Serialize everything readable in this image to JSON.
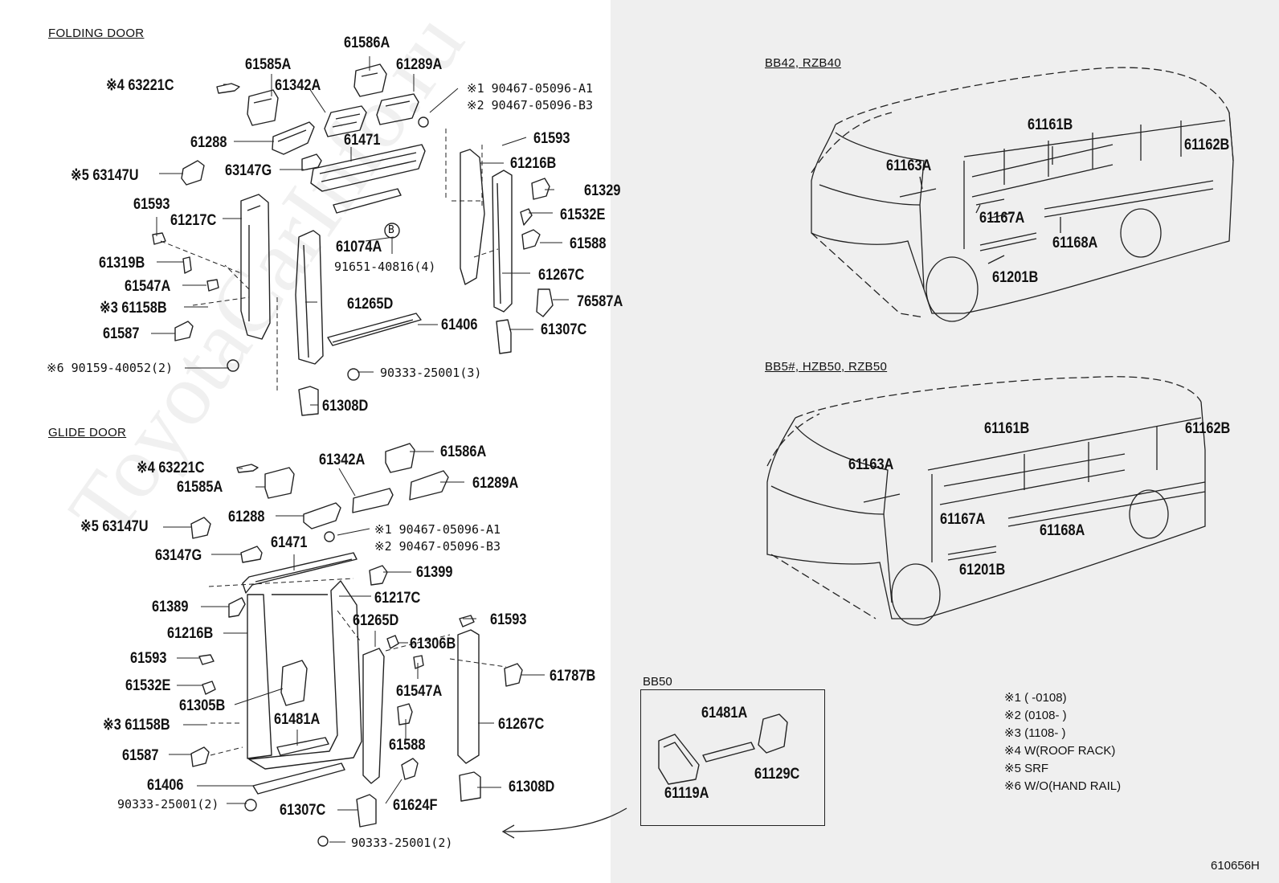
{
  "sections": {
    "folding_door": "FOLDING DOOR",
    "glide_door": "GLIDE DOOR",
    "bb42": "BB42, RZB40",
    "bb5": "BB5#, HZB50, RZB50",
    "bb50": "BB50"
  },
  "folding_labels": [
    {
      "id": "f1",
      "t": "61586A"
    },
    {
      "id": "f2",
      "t": "61585A"
    },
    {
      "id": "f3",
      "t": "61289A"
    },
    {
      "id": "f4",
      "t": "※4 63221C"
    },
    {
      "id": "f5",
      "t": "61342A"
    },
    {
      "id": "f6",
      "t": "61288"
    },
    {
      "id": "f7",
      "t": "61471"
    },
    {
      "id": "f8",
      "t": "63147G"
    },
    {
      "id": "f9",
      "t": "※5 63147U"
    },
    {
      "id": "f10",
      "t": "61593"
    },
    {
      "id": "f11",
      "t": "61217C"
    },
    {
      "id": "f12",
      "t": "61319B"
    },
    {
      "id": "f13",
      "t": "61547A"
    },
    {
      "id": "f14",
      "t": "※3 61158B"
    },
    {
      "id": "f15",
      "t": "61587"
    },
    {
      "id": "f16",
      "t": "61074A"
    },
    {
      "id": "f17",
      "t": "61265D"
    },
    {
      "id": "f18",
      "t": "61406"
    },
    {
      "id": "f19",
      "t": "61308D"
    },
    {
      "id": "f20",
      "t": "61593"
    },
    {
      "id": "f21",
      "t": "61216B"
    },
    {
      "id": "f22",
      "t": "61329"
    },
    {
      "id": "f23",
      "t": "61532E"
    },
    {
      "id": "f24",
      "t": "61588"
    },
    {
      "id": "f25",
      "t": "61267C"
    },
    {
      "id": "f26",
      "t": "76587A"
    },
    {
      "id": "f27",
      "t": "61307C"
    }
  ],
  "folding_small": [
    {
      "id": "fs1",
      "t": "※1 90467-05096-A1"
    },
    {
      "id": "fs2",
      "t": "※2 90467-05096-B3"
    },
    {
      "id": "fs3",
      "t": "91651-40816(4)"
    },
    {
      "id": "fs4",
      "t": "※6 90159-40052(2)"
    },
    {
      "id": "fs5",
      "t": "90333-25001(3)"
    },
    {
      "id": "fs6",
      "t": "B"
    }
  ],
  "glide_labels": [
    {
      "id": "g1",
      "t": "※4 63221C"
    },
    {
      "id": "g2",
      "t": "61342A"
    },
    {
      "id": "g3",
      "t": "61586A"
    },
    {
      "id": "g4",
      "t": "61585A"
    },
    {
      "id": "g5",
      "t": "61289A"
    },
    {
      "id": "g6",
      "t": "※5 63147U"
    },
    {
      "id": "g7",
      "t": "61288"
    },
    {
      "id": "g8",
      "t": "63147G"
    },
    {
      "id": "g9",
      "t": "61471"
    },
    {
      "id": "g10",
      "t": "61399"
    },
    {
      "id": "g11",
      "t": "61389"
    },
    {
      "id": "g12",
      "t": "61217C"
    },
    {
      "id": "g13",
      "t": "61216B"
    },
    {
      "id": "g14",
      "t": "61265D"
    },
    {
      "id": "g15",
      "t": "61593"
    },
    {
      "id": "g16",
      "t": "61593"
    },
    {
      "id": "g17",
      "t": "61306B"
    },
    {
      "id": "g18",
      "t": "61787B"
    },
    {
      "id": "g19",
      "t": "61532E"
    },
    {
      "id": "g20",
      "t": "61547A"
    },
    {
      "id": "g21",
      "t": "61305B"
    },
    {
      "id": "g22",
      "t": "61481A"
    },
    {
      "id": "g23",
      "t": "※3 61158B"
    },
    {
      "id": "g24",
      "t": "61267C"
    },
    {
      "id": "g25",
      "t": "61588"
    },
    {
      "id": "g26",
      "t": "61587"
    },
    {
      "id": "g27",
      "t": "61406"
    },
    {
      "id": "g28",
      "t": "61308D"
    },
    {
      "id": "g29",
      "t": "61307C"
    },
    {
      "id": "g30",
      "t": "61624F"
    }
  ],
  "glide_small": [
    {
      "id": "gs1",
      "t": "※1 90467-05096-A1"
    },
    {
      "id": "gs2",
      "t": "※2 90467-05096-B3"
    },
    {
      "id": "gs3",
      "t": "90333-25001(2)"
    },
    {
      "id": "gs4",
      "t": "90333-25001(2)"
    }
  ],
  "van_top_labels": [
    {
      "id": "t1",
      "t": "61161B"
    },
    {
      "id": "t2",
      "t": "61162B"
    },
    {
      "id": "t3",
      "t": "61163A"
    },
    {
      "id": "t4",
      "t": "61167A"
    },
    {
      "id": "t5",
      "t": "61168A"
    },
    {
      "id": "t6",
      "t": "61201B"
    }
  ],
  "van_bottom_labels": [
    {
      "id": "b1",
      "t": "61161B"
    },
    {
      "id": "b2",
      "t": "61162B"
    },
    {
      "id": "b3",
      "t": "61163A"
    },
    {
      "id": "b4",
      "t": "61167A"
    },
    {
      "id": "b5",
      "t": "61168A"
    },
    {
      "id": "b6",
      "t": "61201B"
    }
  ],
  "bb50_labels": [
    {
      "id": "x1",
      "t": "61481A"
    },
    {
      "id": "x2",
      "t": "61119A"
    },
    {
      "id": "x3",
      "t": "61129C"
    }
  ],
  "notes": [
    "※1 (      -0108)",
    "※2 (0108-      )",
    "※3 (1108-      )",
    "※4 W(ROOF RACK)",
    "※5 SRF",
    "※6 W/O(HAND RAIL)"
  ],
  "doc_id": "610656H",
  "watermark": "ToyotaCarInfo.ru"
}
